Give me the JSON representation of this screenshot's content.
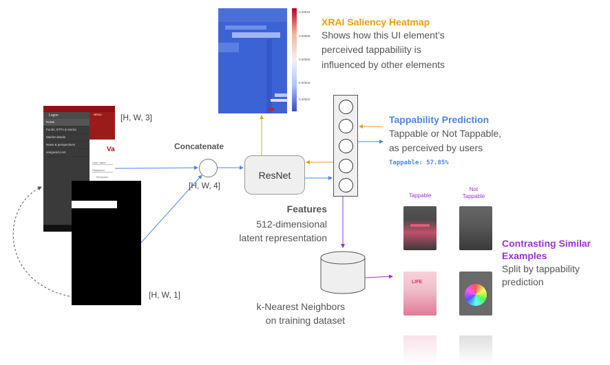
{
  "phone": {
    "drawer_title": "Logon",
    "menu_label": "MENU",
    "items": [
      "Home",
      "Funds, ETFs & stocks",
      "Market details",
      "News & perspectives",
      "vanguard.com"
    ],
    "field_1": "User name",
    "field_2": "Password",
    "checkbox_label": "Remember",
    "brand_fragment": "Va"
  },
  "labels": {
    "rgb_shape": "[H, W, 3]",
    "mask_shape": "[H, W, 1]",
    "concat_shape": "[H, W, 4]",
    "concatenate": "Concatenate",
    "resnet": "ResNet"
  },
  "features": {
    "title": "Features",
    "line1": "512-dimensional",
    "line2": "latent representation"
  },
  "knn": {
    "line1": "k-Nearest Neighbors",
    "line2": "on training dataset"
  },
  "xrai": {
    "title": "XRAI Saliency Heatmap",
    "line1": "Shows how this UI element’s",
    "line2": "perceived tappabiliity is",
    "line3": "influenced by other elements",
    "colorbar_ticks": [
      "0.00010",
      "0.00008",
      "0.00006",
      "0.00004",
      "0.00002"
    ]
  },
  "prediction": {
    "title": "Tappability Prediction",
    "line1": "Tappable or Not Tappable,",
    "line2": "as perceived by users",
    "result": "Tappable: 57.85%"
  },
  "contrast": {
    "title_line1": "Contrasting Similar",
    "title_line2": "Examples",
    "line1": "Split by tappability",
    "line2": "prediction",
    "col1": "Tappable",
    "col2_line1": "Not",
    "col2_line2": "Tappable",
    "thumb_logo": "LIFE"
  },
  "colors": {
    "orange": "#f29d0e",
    "blue": "#4a86e8",
    "purple": "#9b30d9",
    "gray_text": "#4a4a4a"
  }
}
